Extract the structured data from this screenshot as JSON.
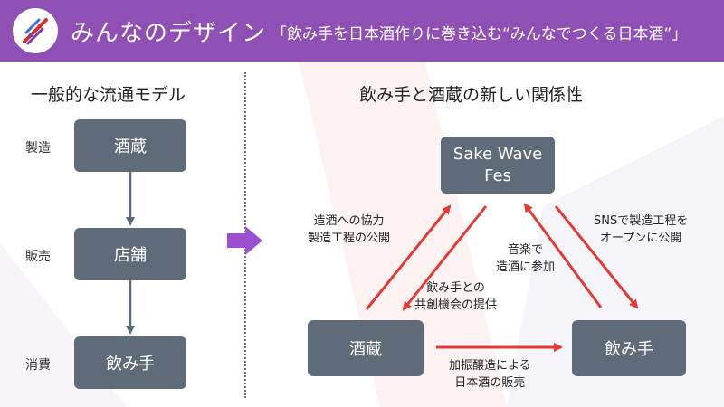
{
  "header": {
    "brand": "みんなのデザイン",
    "tagline": "「飲み手を日本酒作りに巻き込む“みんなでつくる日本酒”」"
  },
  "left": {
    "title": "一般的な流通モデル",
    "stages": [
      {
        "label": "製造",
        "box": "酒蔵"
      },
      {
        "label": "販売",
        "box": "店舗"
      },
      {
        "label": "消費",
        "box": "飲み手"
      }
    ]
  },
  "right": {
    "title": "飲み手と酒蔵の新しい関係性",
    "nodes": {
      "fes_line1": "Sake Wave",
      "fes_line2": "Fes",
      "brewery": "酒蔵",
      "drinker": "飲み手"
    },
    "notes": {
      "brewery_to_fes_1": "造酒への協力",
      "brewery_to_fes_2": "製造工程の公開",
      "fes_to_brewery_1": "飲み手との",
      "fes_to_brewery_2": "共創機会の提供",
      "drinker_to_fes_1": "音楽で",
      "drinker_to_fes_2": "造酒に参加",
      "fes_to_drinker_1": "SNSで製造工程を",
      "fes_to_drinker_2": "オープンに公開",
      "brewery_to_drinker_1": "加振醸造による",
      "brewery_to_drinker_2": "日本酒の販売"
    }
  },
  "colors": {
    "header": "#8e50b4",
    "box": "#5f6b79",
    "red_arrow": "#e53935",
    "gray_arrow": "#5f6b79",
    "purple_arrow": "#9c4fd1"
  }
}
